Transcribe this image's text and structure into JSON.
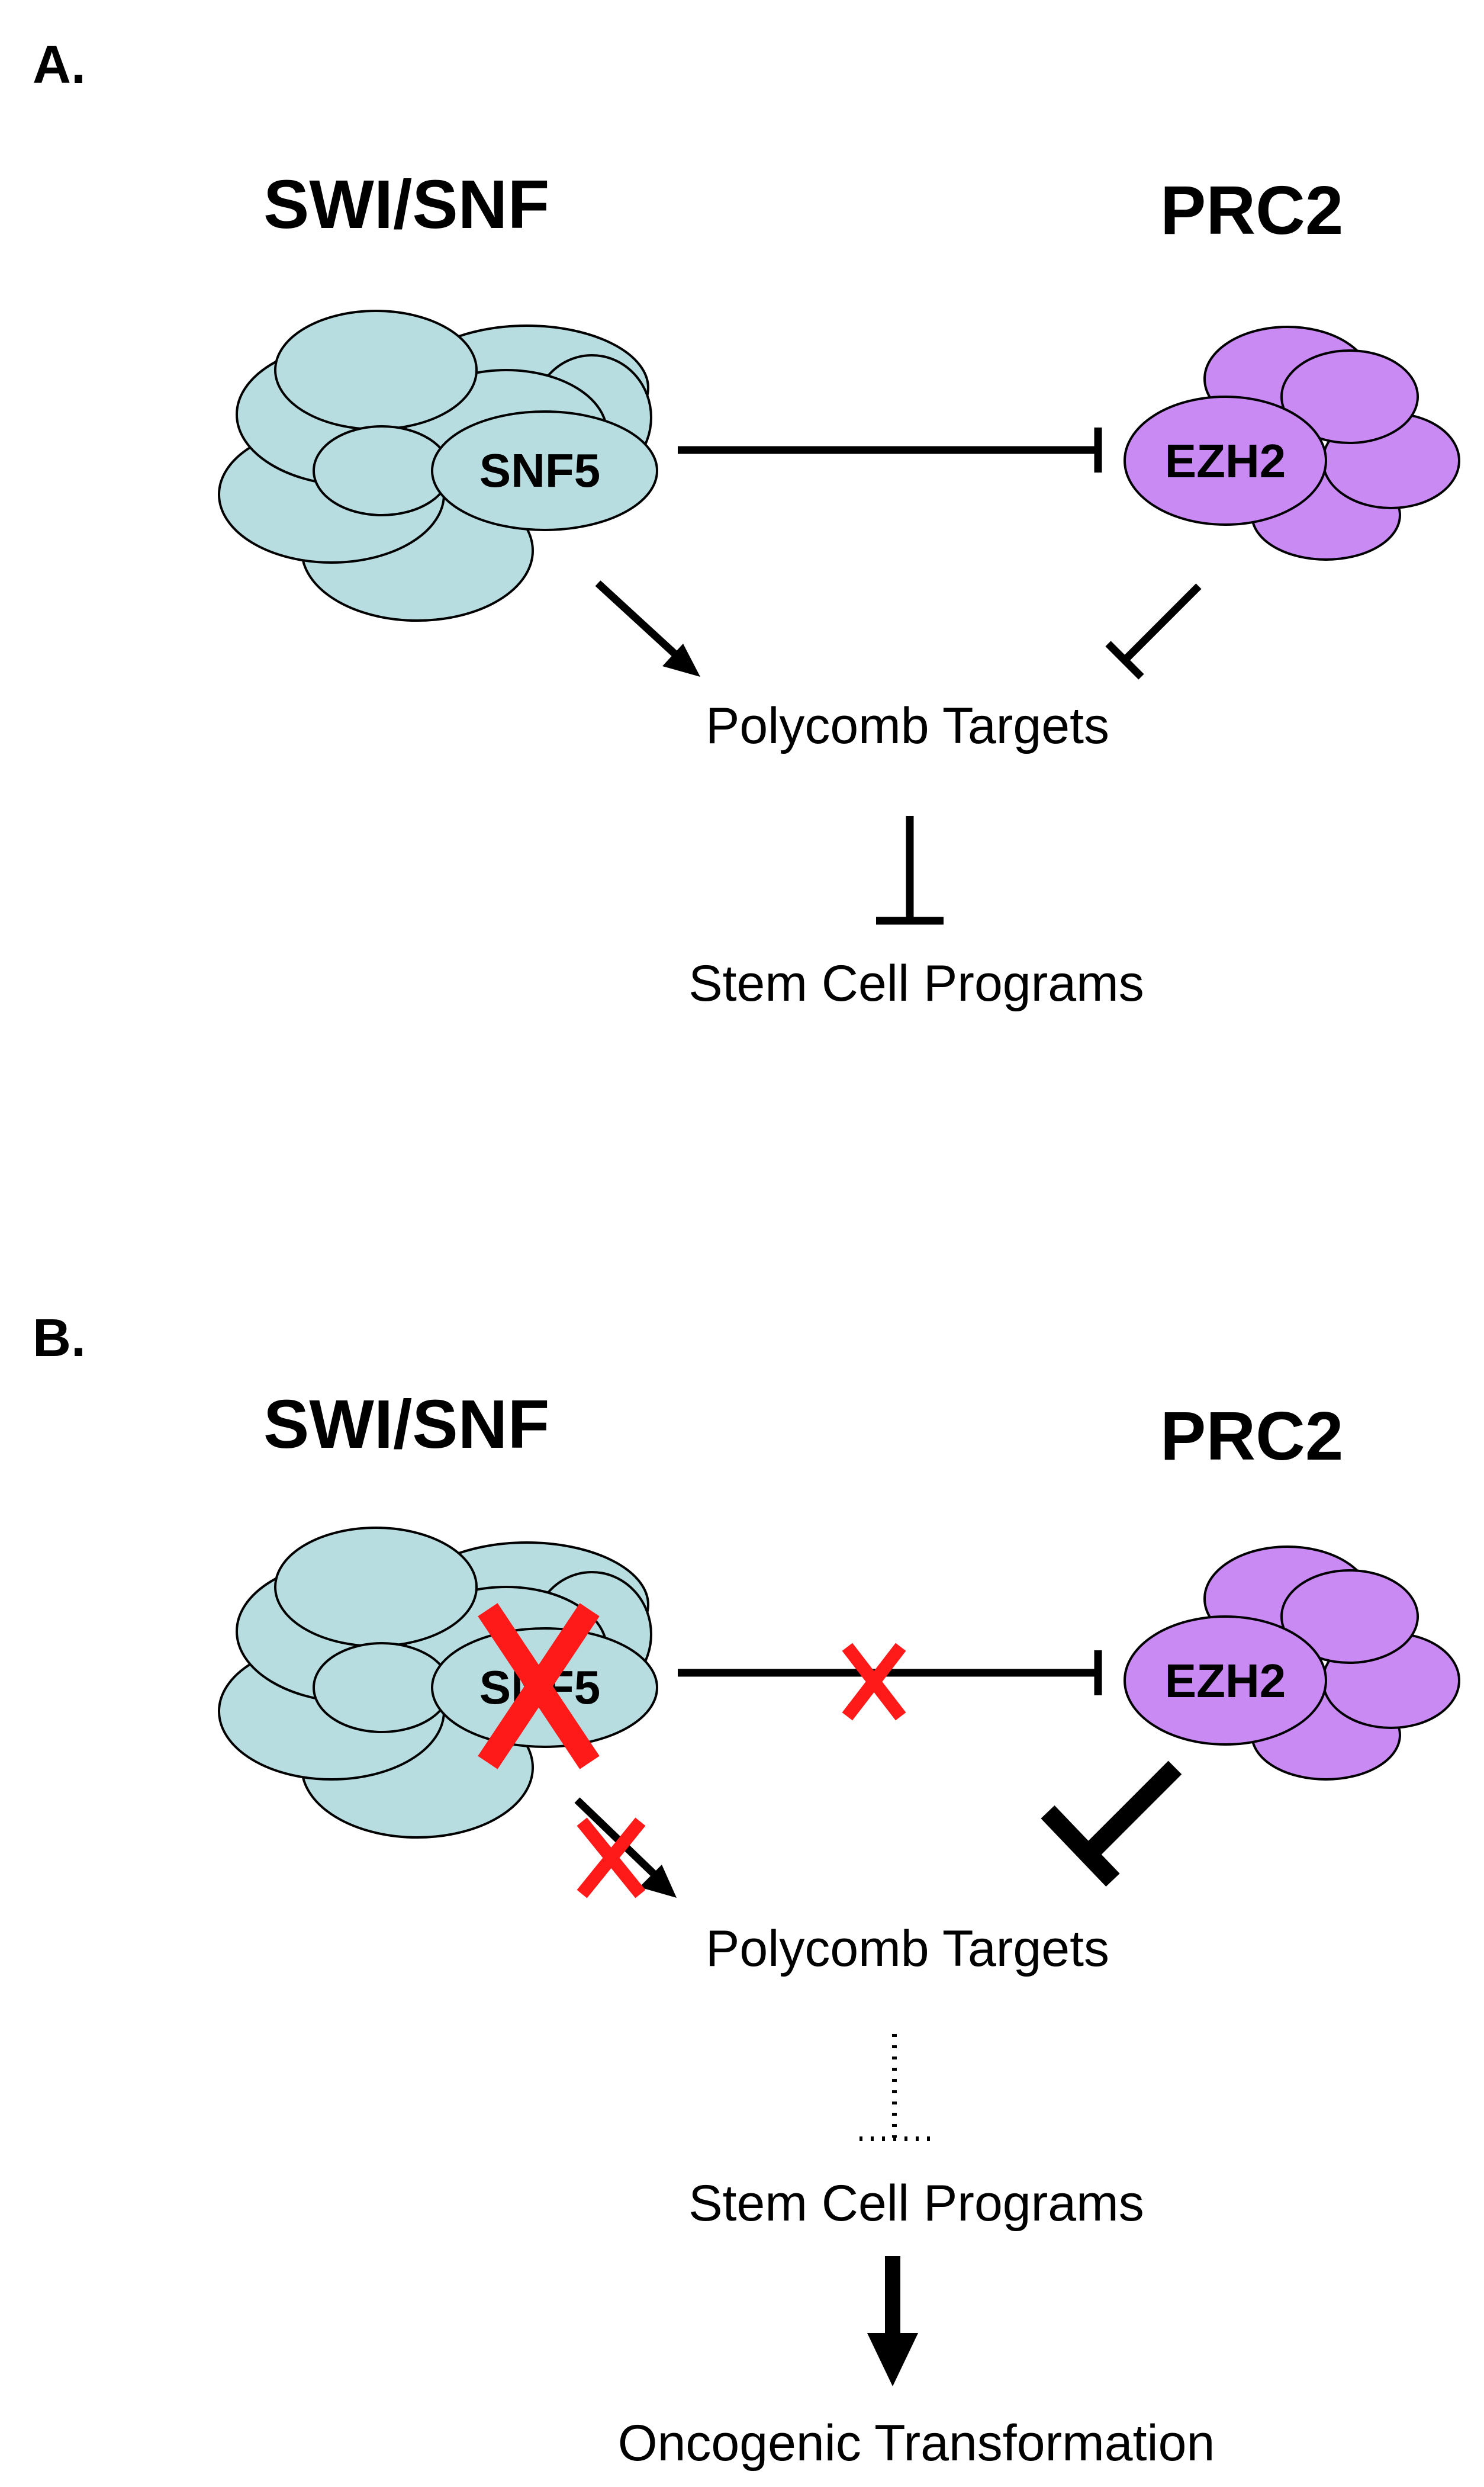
{
  "colors": {
    "swi_snf_fill": "#b8dde0",
    "prc2_fill": "#c98af4",
    "loss_mark": "#ff1a1a",
    "line": "#000000"
  },
  "panel_a": {
    "label": "A.",
    "swi_snf_title": "SWI/SNF",
    "prc2_title": "PRC2",
    "snf5_label": "SNF5",
    "ezh2_label": "EZH2",
    "targets_label": "Polycomb Targets",
    "programs_label": "Stem Cell Programs"
  },
  "panel_b": {
    "label": "B.",
    "swi_snf_title": "SWI/SNF",
    "prc2_title": "PRC2",
    "snf5_label": "SNF5",
    "ezh2_label": "EZH2",
    "targets_label": "Polycomb Targets",
    "programs_label": "Stem Cell Programs",
    "outcome_label": "Oncogenic Transformation"
  }
}
